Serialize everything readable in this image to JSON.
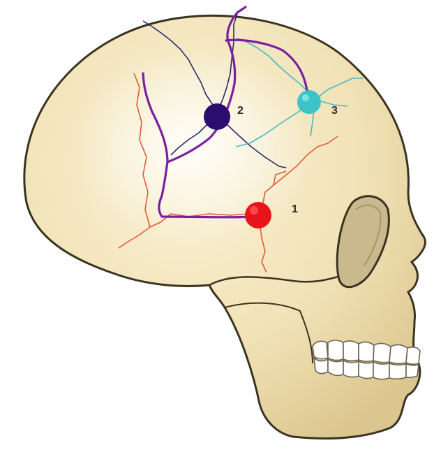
{
  "points": [
    {
      "label": "1",
      "color": "#e8141b"
    },
    {
      "label": "2",
      "color": "#2a0d6e"
    },
    {
      "label": "3",
      "color": "#3cc4c8"
    }
  ],
  "colors": {
    "skull_fill": "#f1e2b6",
    "skull_outline": "#3a3320",
    "orbit_fill": "#c9b98d",
    "teeth_fill": "#ffffff",
    "annotation_stroke": "#7a1fa0",
    "crack_red": "#e05a3a",
    "crack_navy": "#2a2a6e",
    "crack_teal": "#4ab8c4"
  }
}
